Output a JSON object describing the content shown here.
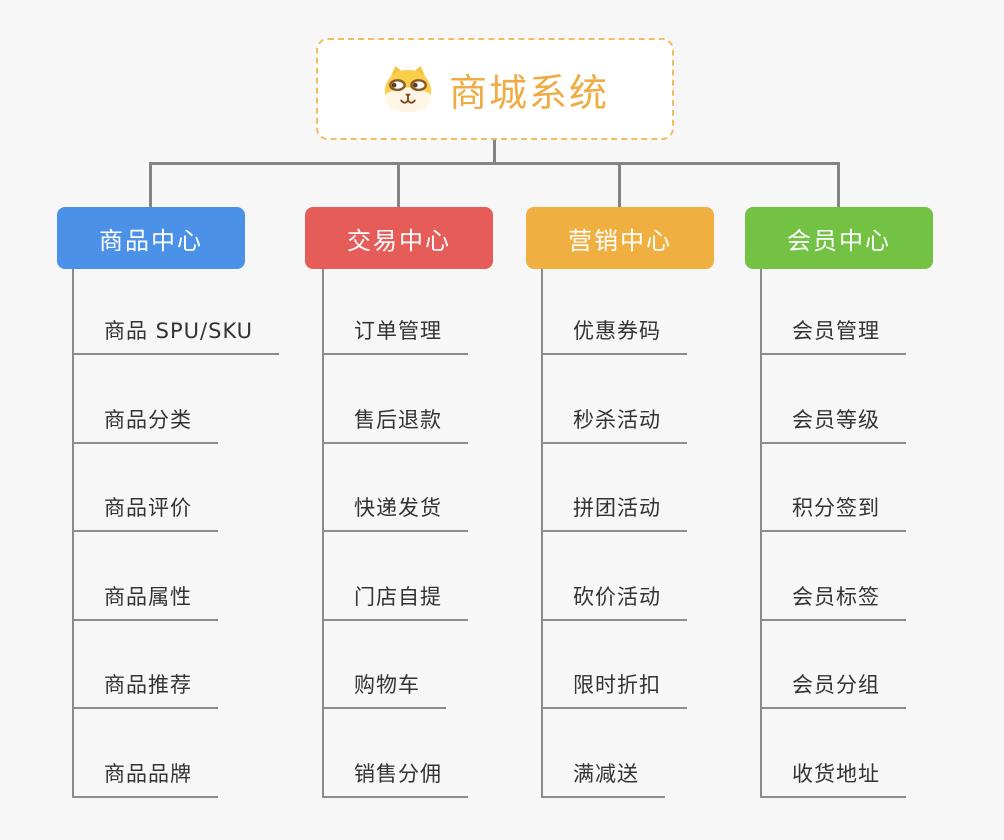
{
  "root": {
    "title": "商城系统",
    "icon": "shiba-dog-icon"
  },
  "branches": [
    {
      "label": "商品中心",
      "color": "#4b91e8",
      "children": [
        "商品 SPU/SKU",
        "商品分类",
        "商品评价",
        "商品属性",
        "商品推荐",
        "商品品牌"
      ]
    },
    {
      "label": "交易中心",
      "color": "#e65c59",
      "children": [
        "订单管理",
        "售后退款",
        "快递发货",
        "门店自提",
        "购物车",
        "销售分佣"
      ]
    },
    {
      "label": "营销中心",
      "color": "#efb041",
      "children": [
        "优惠券码",
        "秒杀活动",
        "拼团活动",
        "砍价活动",
        "限时折扣",
        "满减送"
      ]
    },
    {
      "label": "会员中心",
      "color": "#73c244",
      "children": [
        "会员管理",
        "会员等级",
        "积分签到",
        "会员标签",
        "会员分组",
        "收货地址"
      ]
    }
  ],
  "colors": {
    "background": "#f7f7f7",
    "root_accent": "#efac43",
    "root_border": "#f2bc63",
    "connector": "#848484",
    "leaf_underline": "#8c8c8c",
    "leaf_text": "#333333",
    "branch_text": "#ffffff"
  }
}
